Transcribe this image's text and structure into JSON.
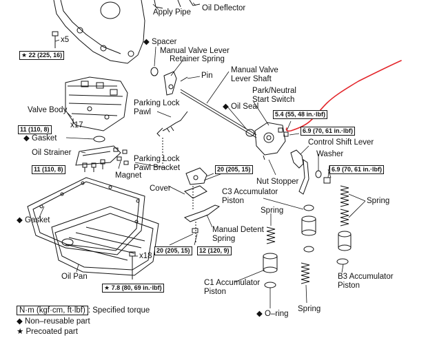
{
  "colors": {
    "ink": "#111111",
    "markup": "#e3262b"
  },
  "labels": {
    "apply_pipe": "Apply Pipe",
    "oil_deflector": "Oil Deflector",
    "x5": "x5",
    "spacer": "◆ Spacer",
    "manual_valve_lever_retainer_spring": "Manual Valve Lever",
    "retainer_spring_line2": "Retainer Spring",
    "pin": "Pin",
    "manual_valve_lever_shaft": "Manual Valve",
    "manual_valve_lever_shaft_line2": "Lever Shaft",
    "park_neutral_start_switch": "Park/Neutral",
    "park_neutral_line2": "Start Switch",
    "oil_seal": "◆ Oil Seal",
    "valve_body": "Valve Body",
    "x17": "x17",
    "parking_lock_pawl": "Parking Lock",
    "parking_lock_pawl_line2": "Pawl",
    "gasket_top": "◆ Gasket",
    "oil_strainer": "Oil Strainer",
    "control_shift_lever": "Control Shift Lever",
    "washer": "Washer",
    "magnet": "Magnet",
    "parking_lock_pawl_bracket": "Parking Lock",
    "parking_lock_pawl_bracket_line2": "Pawl Bracket",
    "cover": "Cover",
    "nut_stopper": "Nut Stopper",
    "c3_accumulator_piston": "C3 Accumulator",
    "c3_accumulator_piston_line2": "Piston",
    "spring_right": "Spring",
    "gasket_pan": "◆ Gasket",
    "spring_c3": "Spring",
    "manual_detent_spring": "Manual Detent",
    "manual_detent_spring_line2": "Spring",
    "x18": "x18",
    "oil_pan": "Oil Pan",
    "b3_accumulator_piston": "B3 Accumulator",
    "b3_accumulator_piston_line2": "Piston",
    "c1_accumulator_piston": "C1 Accumulator",
    "c1_accumulator_piston_line2": "Piston",
    "o_ring": "◆ O–ring",
    "spring_bottom": "Spring"
  },
  "torque_boxes": {
    "t1": "★ 22 (225, 16)",
    "t2": "11 (110, 8)",
    "t3": "11 (110, 8)",
    "t4": "5.4 (55, 48 in.·lbf)",
    "t5": "6.9 (70, 61 in.·lbf)",
    "t6": "6.9 (70, 61 in.·lbf)",
    "t7": "20 (205, 15)",
    "t8": "20 (205, 15)",
    "t9": "12 (120, 9)",
    "t10": "★ 7.8 (80, 69 in.·lbf)"
  },
  "legend": {
    "unit": "N·m (kgf·cm, ft·lbf)",
    "unit_desc": ": Specified torque",
    "nonreusable": "◆ Non–reusable part",
    "precoated": "★ Precoated part"
  }
}
